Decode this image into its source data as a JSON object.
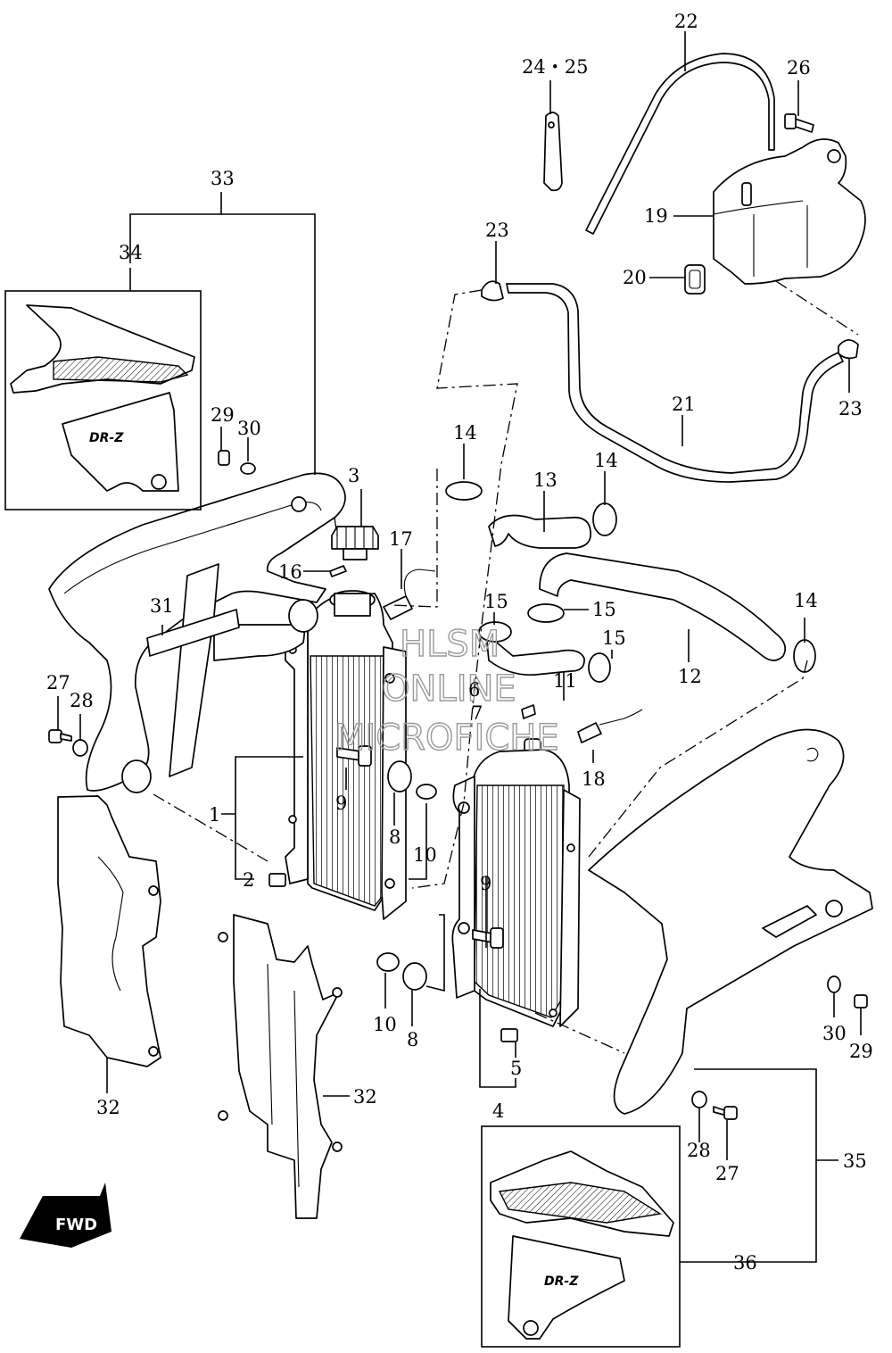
{
  "watermark": {
    "line1": "HLSM",
    "line2": "ONLINE",
    "line3": "MICROFICHE"
  },
  "fwd_label": "FWD",
  "decal_text": "DR-Z",
  "callouts": {
    "c1": "1",
    "c2": "2",
    "c3": "3",
    "c4": "4",
    "c5": "5",
    "c6": "6",
    "c7": "7",
    "c8a": "8",
    "c8b": "8",
    "c9a": "9",
    "c9b": "9",
    "c10a": "10",
    "c10b": "10",
    "c11": "11",
    "c12": "12",
    "c13": "13",
    "c14a": "14",
    "c14b": "14",
    "c14c": "14",
    "c15a": "15",
    "c15b": "15",
    "c15c": "15",
    "c16": "16",
    "c17": "17",
    "c18": "18",
    "c19": "19",
    "c20": "20",
    "c21": "21",
    "c22": "22",
    "c23a": "23",
    "c23b": "23",
    "c24_25": "24・25",
    "c26": "26",
    "c27a": "27",
    "c27b": "27",
    "c28a": "28",
    "c28b": "28",
    "c29a": "29",
    "c29b": "29",
    "c30a": "30",
    "c30b": "30",
    "c31": "31",
    "c32a": "32",
    "c32b": "32",
    "c33": "33",
    "c34": "34",
    "c35": "35",
    "c36": "36"
  }
}
